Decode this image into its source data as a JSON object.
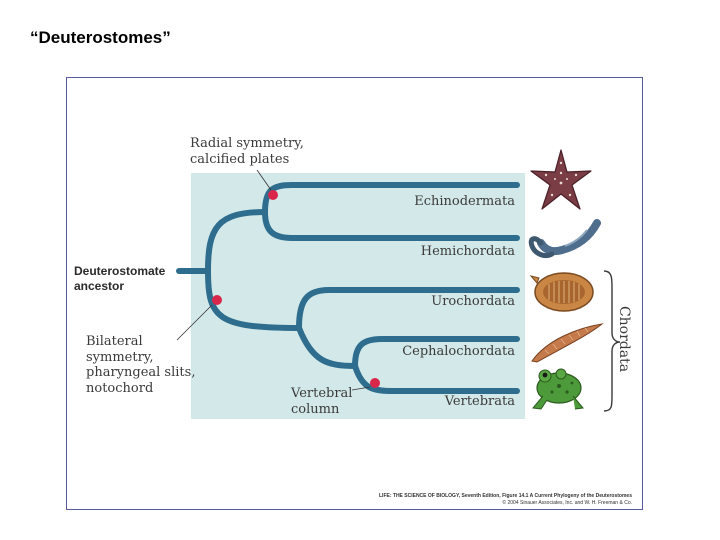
{
  "slide": {
    "title": "“Deuterostomes”"
  },
  "figure": {
    "taxa": {
      "echinodermata": "Echinodermata",
      "hemichordata": "Hemichordata",
      "urochordata": "Urochordata",
      "cephalochordata": "Cephalochordata",
      "vertebrata": "Vertebrata"
    },
    "group_label": "Chordata",
    "ancestor": {
      "line1": "Deuterostomate",
      "line2": "ancestor"
    },
    "trait_radial": {
      "line1": "Radial symmetry,",
      "line2": "calcified plates"
    },
    "trait_bilateral": {
      "line1": "Bilateral",
      "line2": "symmetry,",
      "line3": "pharyngeal slits,",
      "line4": "notochord"
    },
    "trait_vertebral": {
      "line1": "Vertebral",
      "line2": "column"
    },
    "credit": {
      "line1": "LIFE: THE SCIENCE OF BIOLOGY, Seventh Edition, Figure 14.1 A Current Phylogeny of the Deuterostomes",
      "line2": "© 2004 Sinauer Associates, Inc. and W. H. Freeman & Co."
    }
  },
  "colors": {
    "tree_branch": "#2e6d8e",
    "panel_bg": "#d3e9e9",
    "trait_marker": "#d8274a",
    "frame_border": "#5a5aa0"
  }
}
